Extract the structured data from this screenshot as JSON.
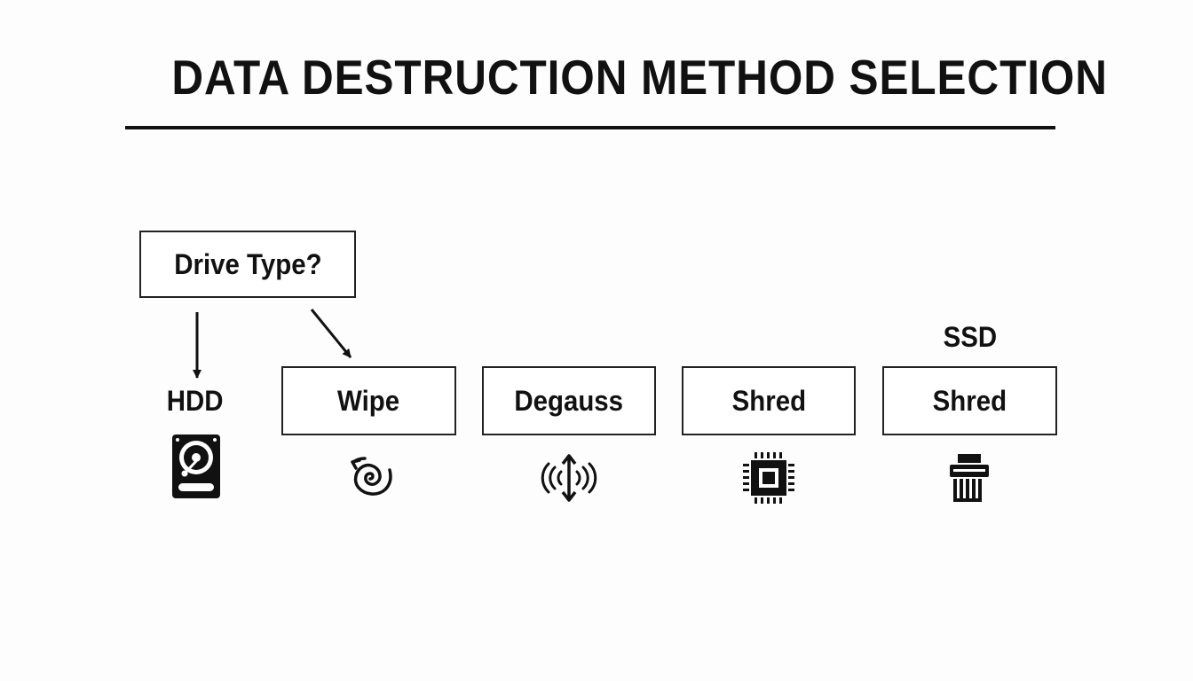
{
  "title": "DATA DESTRUCTION METHOD SELECTION",
  "decision": {
    "label": "Drive Type?"
  },
  "drive_labels": {
    "hdd": "HDD",
    "ssd": "SSD"
  },
  "methods": [
    {
      "label": "Wipe",
      "icon": "spiral-wipe-icon"
    },
    {
      "label": "Degauss",
      "icon": "magnetic-field-icon"
    },
    {
      "label": "Shred",
      "icon": "chip-icon"
    },
    {
      "label": "Shred",
      "icon": "shredder-icon"
    }
  ],
  "hdd_icon": "hard-drive-icon",
  "colors": {
    "ink": "#111111",
    "background": "#fdfdfd"
  }
}
